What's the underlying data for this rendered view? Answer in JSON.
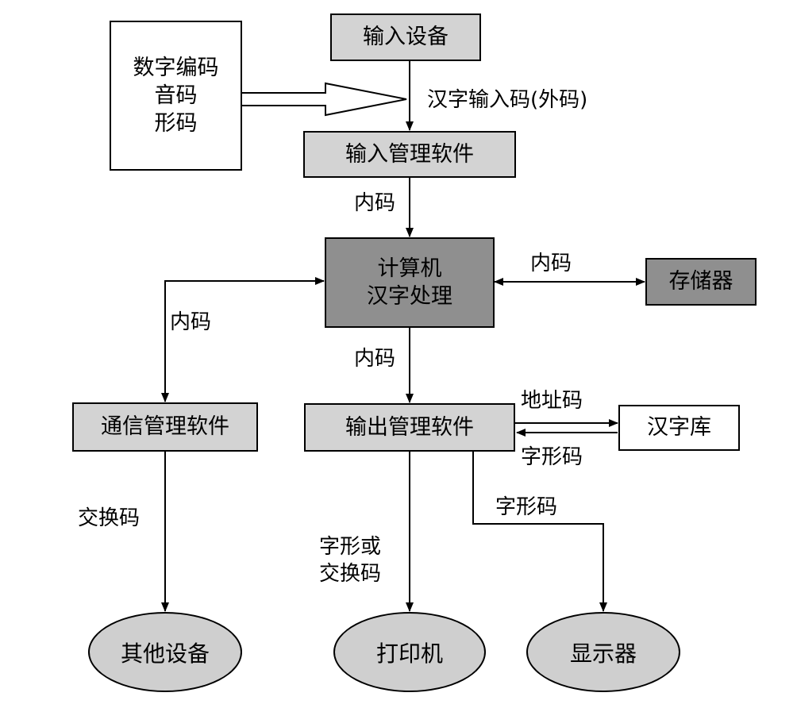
{
  "nodes": {
    "input_device": "输入设备",
    "encoding_methods": [
      "数字编码",
      "音码",
      "形码"
    ],
    "input_mgmt": "输入管理软件",
    "computer_processing": [
      "计算机",
      "汉字处理"
    ],
    "storage": "存储器",
    "comm_mgmt": "通信管理软件",
    "output_mgmt": "输出管理软件",
    "char_library": "汉字库",
    "other_devices": "其他设备",
    "printer": "打印机",
    "display": "显示器"
  },
  "labels": {
    "external_code": "汉字输入码(外码)",
    "internal_code_1": "内码",
    "internal_code_2": "内码",
    "internal_code_3": "内码",
    "internal_code_4": "内码",
    "address_code": "地址码",
    "glyph_code_1": "字形码",
    "glyph_code_2": "字形码",
    "exchange_code": "交换码",
    "glyph_or_exchange": [
      "字形或",
      "交换码"
    ]
  }
}
